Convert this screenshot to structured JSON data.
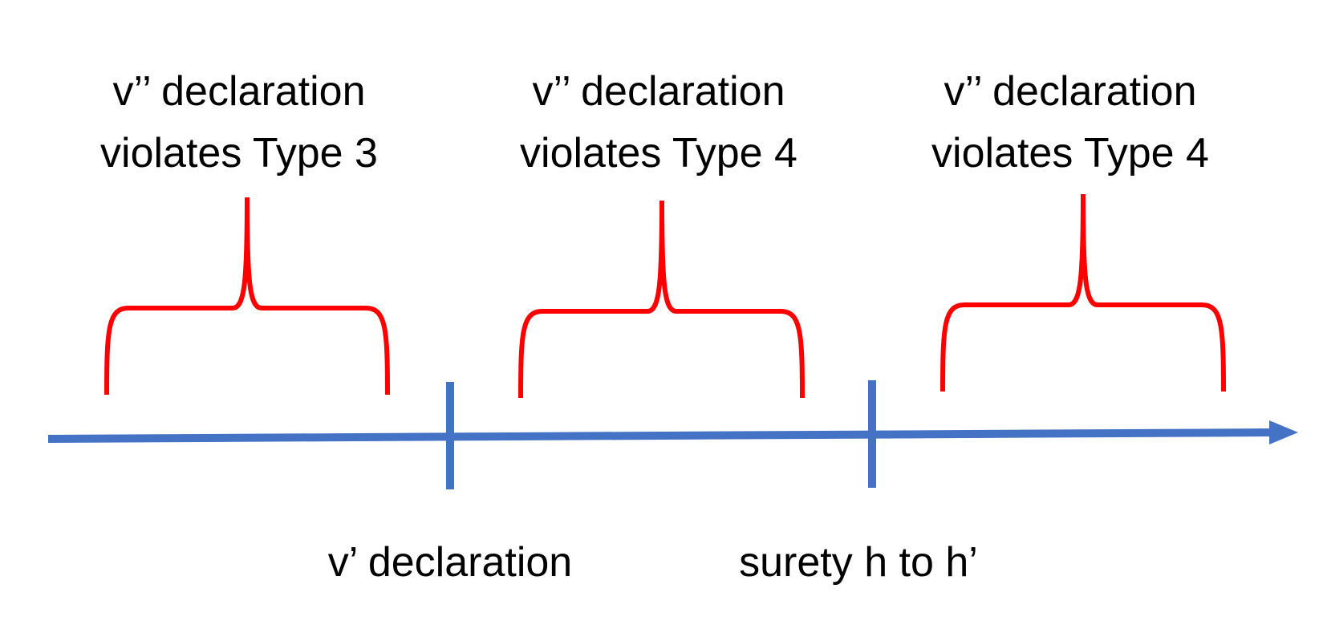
{
  "diagram": {
    "colors": {
      "axis": "#4472C4",
      "brace": "#FF0000",
      "text": "#000000"
    },
    "regions": [
      {
        "line1": "v’’ declaration",
        "line2": "violates Type 3"
      },
      {
        "line1": "v’’ declaration",
        "line2": "violates Type 4"
      },
      {
        "line1": "v’’ declaration",
        "line2": "violates Type 4"
      }
    ],
    "markers": [
      {
        "label": "v’ declaration"
      },
      {
        "label": "surety h to h’"
      }
    ]
  }
}
